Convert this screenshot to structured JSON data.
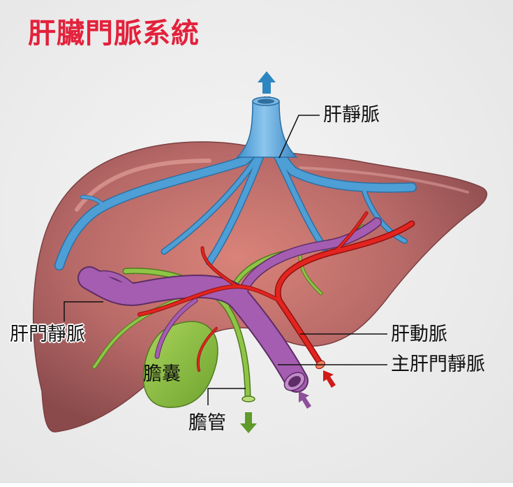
{
  "title": {
    "text": "肝臟門脈系統",
    "color": "#e3213b"
  },
  "labels": {
    "hepatic_vein": "肝靜脈",
    "portal_vein": "肝門靜脈",
    "hepatic_artery": "肝動脈",
    "main_portal_vein": "主肝門靜脈",
    "gallbladder": "膽囊",
    "bile_duct": "膽管"
  },
  "colors": {
    "liver": "#b86a68",
    "liver_dark": "#8a4a4c",
    "hepatic_vein": "#4d9fd6",
    "portal_vein": "#9a52a4",
    "hepatic_artery": "#e0221e",
    "bile": "#86b83a",
    "gallbladder": "#8dc243",
    "arrow_up": "#2d86c0",
    "arrow_bile": "#5f9a2a",
    "arrow_portal": "#8e4f9a",
    "arrow_artery": "#d11a1a"
  },
  "flow_arrows": [
    {
      "name": "hepatic-vein-outflow",
      "direction": "up"
    },
    {
      "name": "bile-outflow",
      "direction": "down"
    },
    {
      "name": "portal-inflow",
      "direction": "up-left"
    },
    {
      "name": "artery-inflow",
      "direction": "up-left"
    }
  ]
}
